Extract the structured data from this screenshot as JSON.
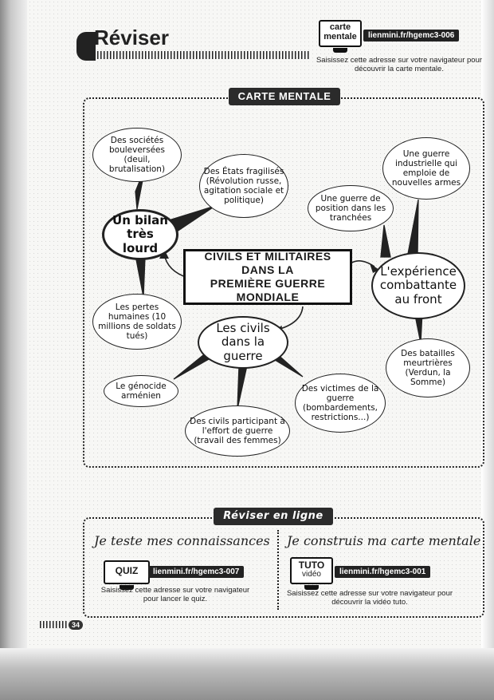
{
  "header": {
    "title": "Réviser",
    "mind_map_card": {
      "line1": "carte",
      "line2": "mentale"
    },
    "mind_map_link": "lienmini.fr/hgemc3-006",
    "mind_map_note": "Saisissez cette adresse sur votre navigateur pour découvrir la carte mentale."
  },
  "mind_map": {
    "banner": "CARTE MENTALE",
    "center": {
      "line1": "CIVILS ET MILITAIRES",
      "line2": "DANS LA",
      "line3": "PREMIÈRE GUERRE MONDIALE"
    },
    "bilan": {
      "title": "Un bilan très lourd"
    },
    "societes": "Des sociétés bouleversées (deuil, brutalisation)",
    "etats": "Des États fragilisés (Révolution russe, agitation sociale et politique)",
    "pertes": "Les pertes humaines (10 millions de soldats tués)",
    "experience": {
      "title": "L'expérience combattante au front"
    },
    "guerre_industrielle": "Une guerre industrielle qui emploie de nouvelles armes",
    "guerre_position": "Une guerre de position dans les tranchées",
    "batailles": "Des batailles meurtrières (Verdun, la Somme)",
    "civils": {
      "title": "Les civils dans la guerre"
    },
    "genocide": "Le génocide arménien",
    "victimes": "Des victimes de la guerre (bombardements, restrictions...)",
    "effort": "Des civils participant à l'effort de guerre (travail des femmes)"
  },
  "online": {
    "banner": "Réviser en ligne",
    "quiz": {
      "heading": "Je teste mes connaissances",
      "card": "QUIZ",
      "link": "lienmini.fr/hgemc3-007",
      "note": "Saisissez cette adresse sur votre navigateur pour lancer le quiz."
    },
    "tuto": {
      "heading": "Je construis ma carte mentale",
      "card_line1": "TUTO",
      "card_line2": "vidéo",
      "link": "lienmini.fr/hgemc3-001",
      "note": "Saisissez cette adresse sur votre navigateur pour découvrir la vidéo tuto."
    }
  },
  "footer": {
    "page_number": "34"
  }
}
